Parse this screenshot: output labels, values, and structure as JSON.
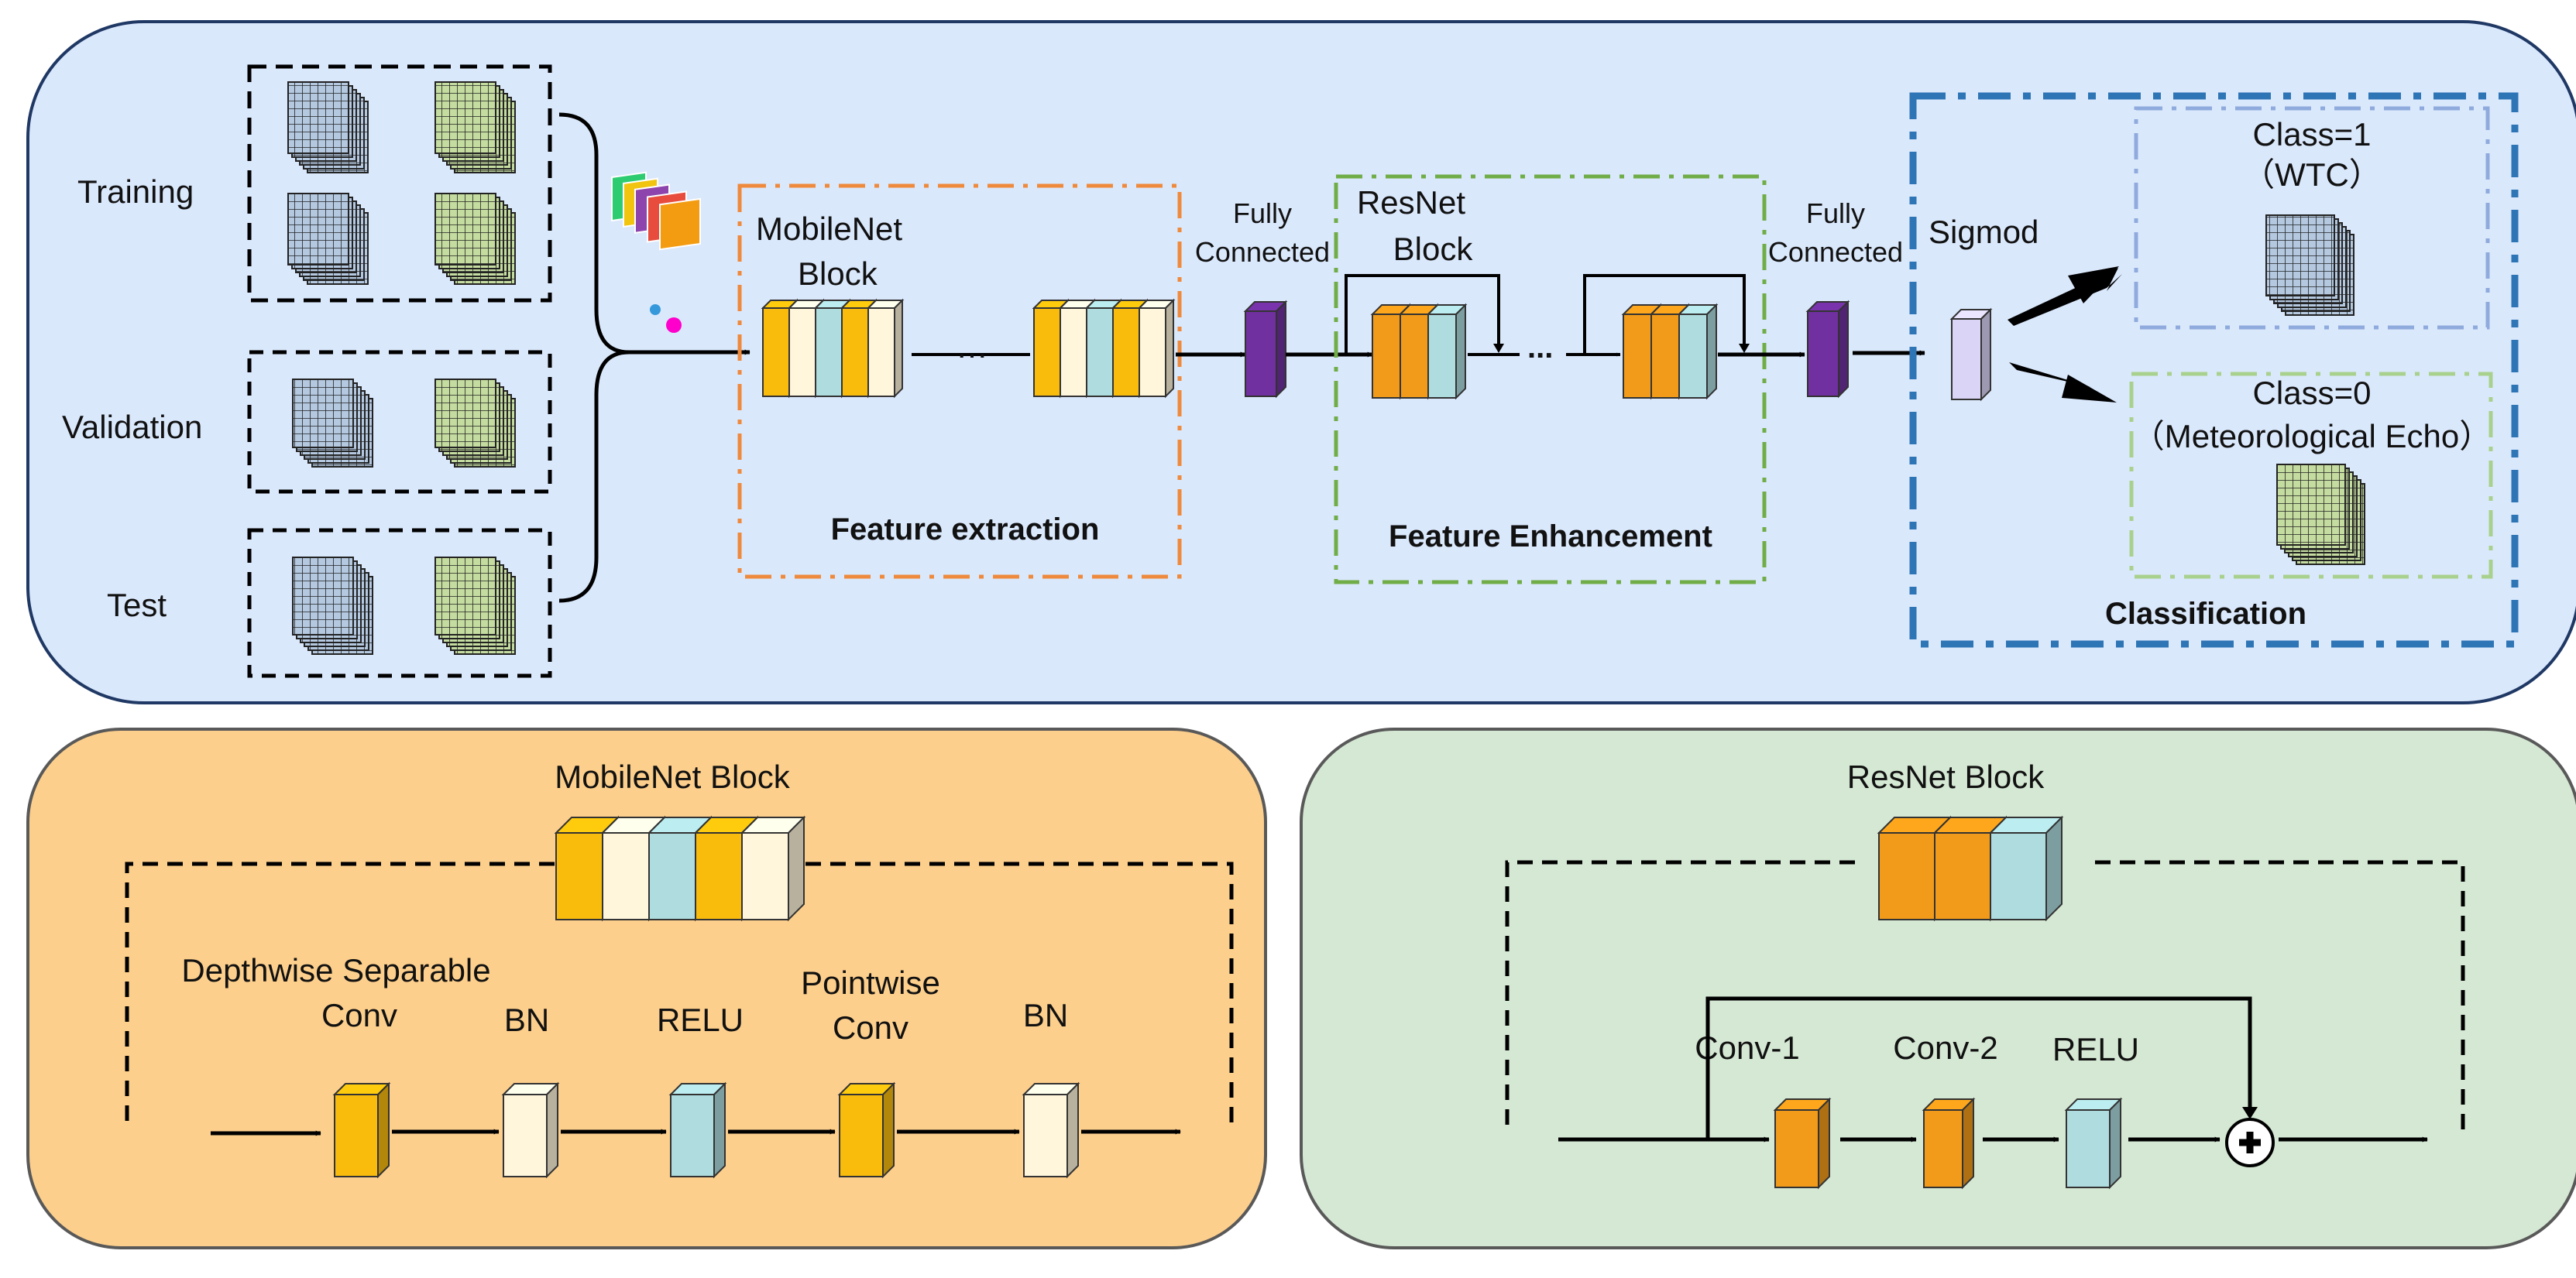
{
  "top_panel": {
    "datasets": {
      "training": "Training",
      "validation": "Validation",
      "test": "Test"
    },
    "mobilenet": {
      "title_line1": "MobileNet",
      "title_line2": "Block",
      "caption": "Feature extraction",
      "ellipsis": "…"
    },
    "fc1": {
      "line1": "Fully",
      "line2": "Connected"
    },
    "resnet": {
      "title_line1": "ResNet",
      "title_line2": "Block",
      "caption": "Feature Enhancement",
      "ellipsis": "..."
    },
    "fc2": {
      "line1": "Fully",
      "line2": "Connected"
    },
    "sigmoid_label": "Sigmod",
    "classification": {
      "caption": "Classification",
      "class1_line1": "Class=1",
      "class1_line2": "（WTC）",
      "class0_line1": "Class=0",
      "class0_line2": "（Meteorological Echo）"
    }
  },
  "mobilenet_panel": {
    "title": "MobileNet Block",
    "steps": {
      "dw_line1": "Depthwise Separable",
      "dw_line2": "Conv",
      "bn1": "BN",
      "relu": "RELU",
      "pw_line1": "Pointwise",
      "pw_line2": "Conv",
      "bn2": "BN"
    }
  },
  "resnet_panel": {
    "title": "ResNet Block",
    "steps": {
      "conv1": "Conv-1",
      "conv2": "Conv-2",
      "relu": "RELU"
    }
  },
  "colors": {
    "top_bg": "#dae8fc",
    "mobilenet_bg": "#fdcf8c",
    "resnet_bg": "#d5e8d4",
    "yellow": "#f9bc0c",
    "cream": "#fff6dc",
    "cyan": "#aedcdf",
    "orange": "#f29b1a",
    "purple": "#7030a0",
    "lavender": "#dad4f7",
    "grid_blue": "#b4c8e0",
    "grid_green": "#c5dca0",
    "feature_orange": "#ef8a3c",
    "enhance_green": "#70ad47",
    "class_blue": "#2e75b6",
    "class1_border": "#8faadc",
    "class0_border": "#a9d18e"
  }
}
